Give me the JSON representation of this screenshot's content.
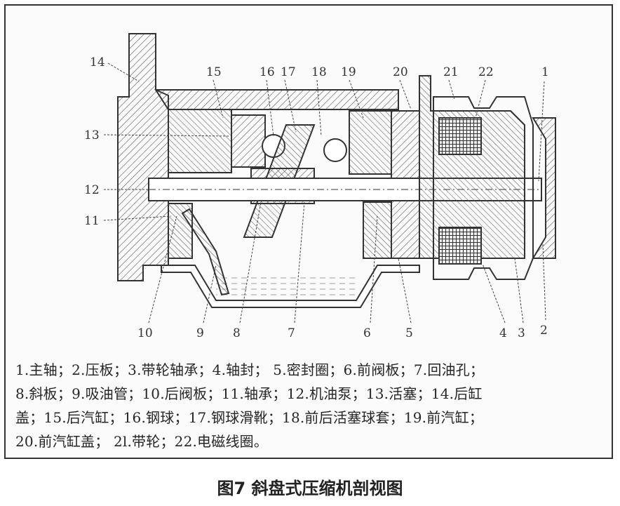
{
  "diagram": {
    "callouts": [
      "14",
      "15",
      "16",
      "17",
      "18",
      "19",
      "20",
      "21",
      "22",
      "1",
      "13",
      "12",
      "11",
      "10",
      "9",
      "8",
      "7",
      "6",
      "5",
      "4",
      "3",
      "2"
    ]
  },
  "legend": {
    "lines": [
      "1.主轴；2.压板；3.带轮轴承；4.轴封；  5.密封圈；6.前阀板；7.回油孔；",
      "8.斜板；9.吸油管；10.后阀板；11.轴承；12.机油泵；13.活塞；14.后缸",
      "盖；15.后汽缸；16.钢球；17.钢球滑靴；18.前后活塞球套；19.前汽缸；",
      "20.前汽缸盖；  2l.带轮；22.电磁线圈。"
    ]
  },
  "caption": "图7 斜盘式压缩机剖视图"
}
